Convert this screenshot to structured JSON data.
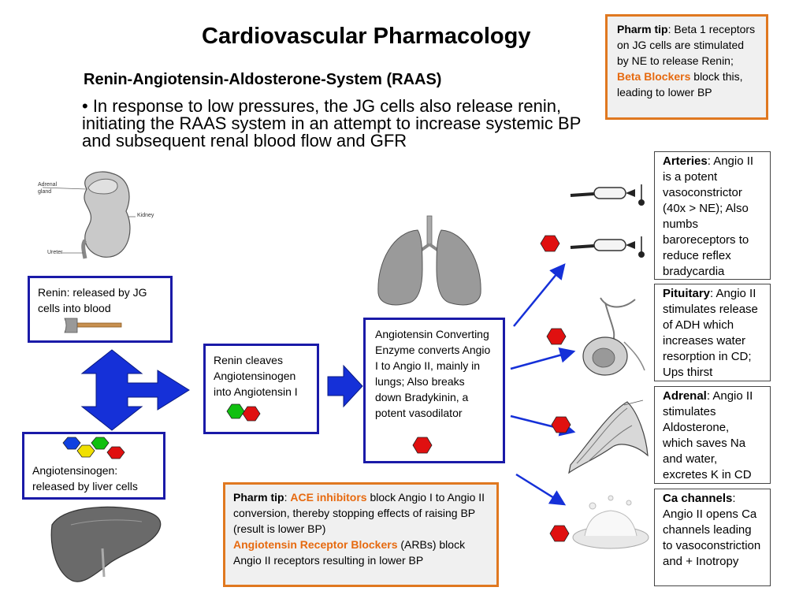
{
  "header": {
    "title": "Cardiovascular Pharmacology",
    "subtitle": "Renin-Angiotensin-Aldosterone-System (RAAS)",
    "bullet": "• In response to low pressures, the JG cells also release renin, initiating the RAAS system in an attempt to increase systemic BP and subsequent renal blood flow and GFR"
  },
  "pharm_tip_top": {
    "label": "Pharm tip",
    "text1": ": Beta 1 receptors on JG cells are stimulated by NE to release Renin; ",
    "highlight": "Beta Blockers",
    "text2": " block this, leading to lower BP"
  },
  "kidney_labels": {
    "adrenal": "Adrenal gland",
    "kidney": "Kidney",
    "ureter": "Ureter"
  },
  "renin_box": {
    "text": "Renin: released by JG cells into blood"
  },
  "angiotensinogen_box": {
    "text": "Angiotensinogen: released by liver cells"
  },
  "cleave_box": {
    "text": "Renin cleaves Angiotensinogen into Angiotensin I"
  },
  "ace_box": {
    "text": "Angiotensin Converting Enzyme converts Angio I to Angio II, mainly in lungs; Also breaks down Bradykinin, a potent vasodilator"
  },
  "pharm_tip_bottom": {
    "label": "Pharm tip",
    "sep1": ": ",
    "hl1": "ACE inhibitors",
    "text1": " block Angio I to Angio II conversion, thereby stopping effects of raising BP (result is lower BP)",
    "hl2": "Angiotensin Receptor Blockers",
    "text2": " (ARBs) block Angio II receptors resulting in lower BP"
  },
  "effects": [
    {
      "label": "Arteries",
      "text": ": Angio II is a potent vasoconstrictor (40x > NE); Also numbs baroreceptors to reduce reflex bradycardia"
    },
    {
      "label": "Pituitary",
      "text": ": Angio II stimulates release of ADH which increases water resorption in CD; Ups thirst"
    },
    {
      "label": "Adrenal",
      "text": ": Angio II stimulates Aldosterone, which saves Na and water, excretes K in CD"
    },
    {
      "label": "Ca channels",
      "text": ": Angio II opens Ca channels leading to vasoconstriction and + Inotropy"
    }
  ],
  "colors": {
    "box_border": "#1a1aa8",
    "tip_border": "#e07820",
    "highlight": "#e66a10",
    "arrow_fill": "#1530d8",
    "hexagon_red": "#e01010",
    "hexagon_green": "#10c010",
    "hexagon_blue": "#1040e0",
    "hexagon_yellow": "#f0e000"
  }
}
